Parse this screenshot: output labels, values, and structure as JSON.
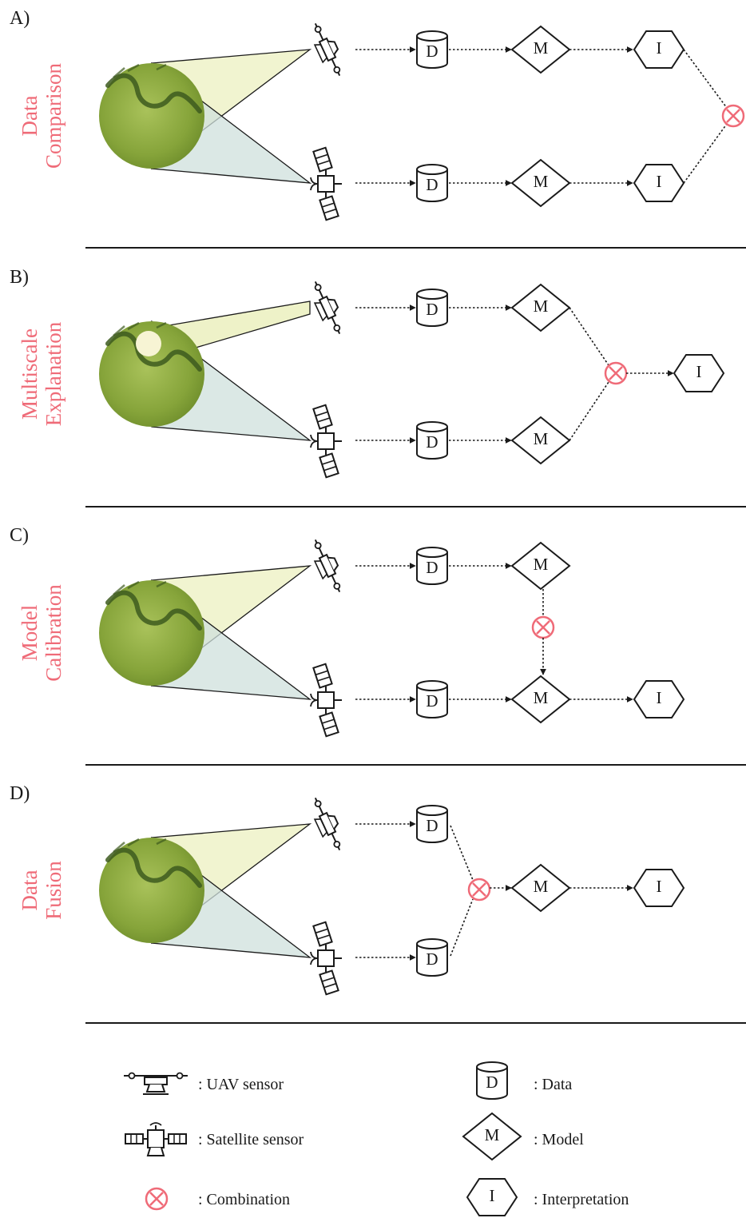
{
  "colors": {
    "accent": "#ef6b78",
    "stroke": "#1a1a1a",
    "terrain": "#8fae3c",
    "uav_beam": "#eef2c8",
    "sat_beam": "#cfe0dc"
  },
  "panels": [
    {
      "letter": "A)",
      "title_lines": [
        "Data",
        "Comparison"
      ]
    },
    {
      "letter": "B)",
      "title_lines": [
        "Multiscale",
        "Explanation"
      ]
    },
    {
      "letter": "C)",
      "title_lines": [
        "Model",
        "Calibration"
      ]
    },
    {
      "letter": "D)",
      "title_lines": [
        "Data",
        "Fusion"
      ]
    }
  ],
  "node_labels": {
    "data": "D",
    "model": "M",
    "interpretation": "I"
  },
  "icons": [
    "uav-drone-icon",
    "satellite-icon",
    "combination-icon",
    "terrain-image"
  ],
  "legend": {
    "uav": ": UAV sensor",
    "satellite": ": Satellite sensor",
    "combination": ": Combination",
    "data": ": Data",
    "model": ": Model",
    "interpretation": ": Interpretation"
  }
}
